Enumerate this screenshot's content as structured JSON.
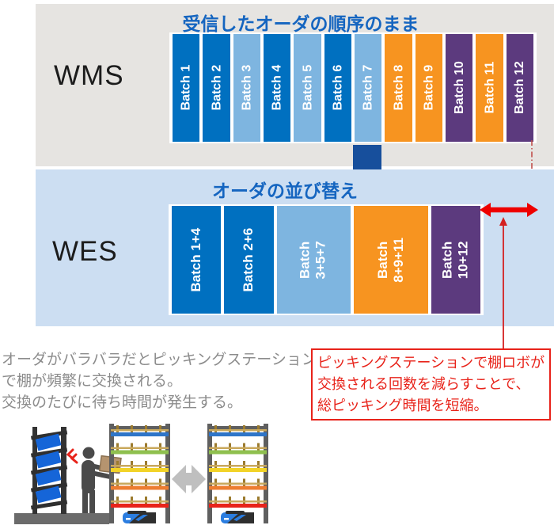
{
  "colors": {
    "dark_blue": "#0070C0",
    "light_blue": "#7EB5E0",
    "orange": "#F79420",
    "purple": "#5C3A7E",
    "down_arrow_blue": "#174F9C",
    "red": "#E8231A",
    "bright_red": "#EE0000",
    "dashdot_red": "#C0504D",
    "wms_bg": "#E6E4E1",
    "wes_bg": "#CCDEF2",
    "title_blue": "#1565C0",
    "note_gray": "#8C8C8C"
  },
  "wms": {
    "label": "WMS",
    "title": "受信したオーダの順序のまま",
    "batches": [
      {
        "lines": [
          "Batch 1"
        ],
        "color_key": "dark_blue",
        "units": 1
      },
      {
        "lines": [
          "Batch 2"
        ],
        "color_key": "dark_blue",
        "units": 1
      },
      {
        "lines": [
          "Batch 3"
        ],
        "color_key": "light_blue",
        "units": 1
      },
      {
        "lines": [
          "Batch 4"
        ],
        "color_key": "dark_blue",
        "units": 1
      },
      {
        "lines": [
          "Batch 5"
        ],
        "color_key": "light_blue",
        "units": 1
      },
      {
        "lines": [
          "Batch 6"
        ],
        "color_key": "dark_blue",
        "units": 1
      },
      {
        "lines": [
          "Batch 7"
        ],
        "color_key": "light_blue",
        "units": 1
      },
      {
        "lines": [
          "Batch 8"
        ],
        "color_key": "orange",
        "units": 1
      },
      {
        "lines": [
          "Batch 9"
        ],
        "color_key": "orange",
        "units": 1
      },
      {
        "lines": [
          "Batch 10"
        ],
        "color_key": "purple",
        "units": 1
      },
      {
        "lines": [
          "Batch 11"
        ],
        "color_key": "orange",
        "units": 1
      },
      {
        "lines": [
          "Batch 12"
        ],
        "color_key": "purple",
        "units": 1
      }
    ]
  },
  "wes": {
    "label": "WES",
    "title": "オーダの並び替え",
    "batches": [
      {
        "lines": [
          "Batch 1+4"
        ],
        "color_key": "dark_blue",
        "units": 2
      },
      {
        "lines": [
          "Batch 2+6"
        ],
        "color_key": "dark_blue",
        "units": 2
      },
      {
        "lines": [
          "Batch",
          "3+5+7"
        ],
        "color_key": "light_blue",
        "units": 3
      },
      {
        "lines": [
          "Batch",
          "8+9+11"
        ],
        "color_key": "orange",
        "units": 3
      },
      {
        "lines": [
          "Batch",
          "10+12"
        ],
        "color_key": "purple",
        "units": 2
      }
    ]
  },
  "notes": {
    "left_gray_lines": [
      "オーダがバラバラだとピッキングステーション",
      "で棚が頻繁に交換される。",
      "交換のたびに待ち時間が発生する。"
    ],
    "red_box_lines": [
      "ピッキングステーションで棚ロボが",
      "交換される回数を減らすことで、",
      "総ピッキング時間を短縮。"
    ]
  }
}
